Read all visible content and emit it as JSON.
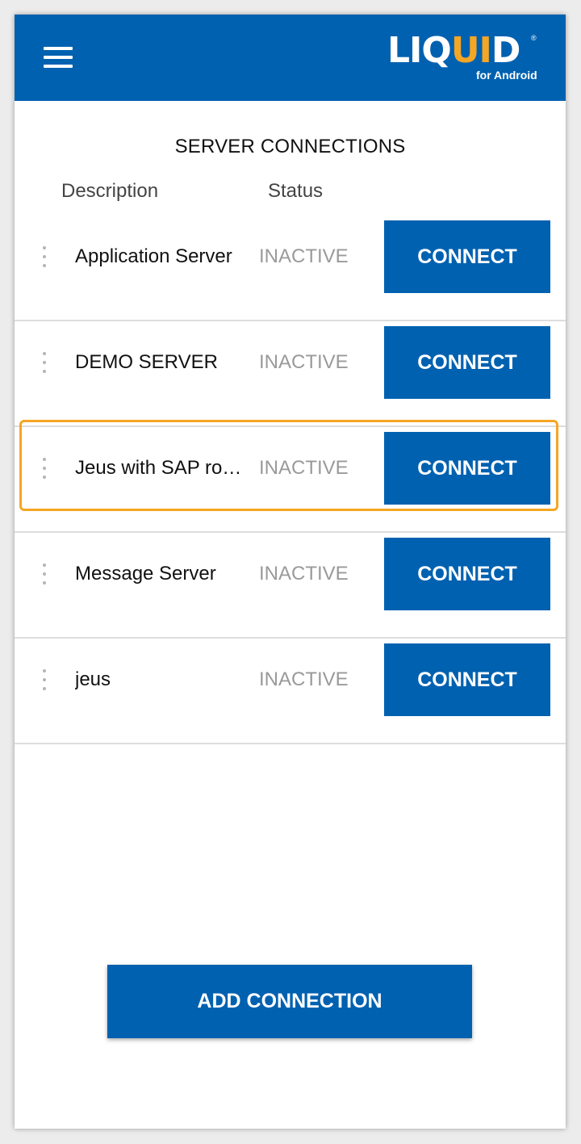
{
  "app": {
    "logo_text_1": "LIQ",
    "logo_text_2": "UI",
    "logo_text_3": "D",
    "logo_registered": "®",
    "logo_subtitle": "for Android"
  },
  "page": {
    "title": "SERVER CONNECTIONS",
    "col_description": "Description",
    "col_status": "Status",
    "add_button_label": "ADD CONNECTION"
  },
  "connections": [
    {
      "description": "Application Server",
      "status": "INACTIVE",
      "button": "CONNECT"
    },
    {
      "description": "DEMO SERVER",
      "status": "INACTIVE",
      "button": "CONNECT"
    },
    {
      "description": "Jeus with SAP ro…",
      "status": "INACTIVE",
      "button": "CONNECT",
      "highlighted": true
    },
    {
      "description": "Message Server",
      "status": "INACTIVE",
      "button": "CONNECT"
    },
    {
      "description": "jeus",
      "status": "INACTIVE",
      "button": "CONNECT"
    }
  ],
  "colors": {
    "primary": "#0061b0",
    "highlight": "#f5a623",
    "status_inactive": "#9a9a9a"
  },
  "icons": {
    "menu": "hamburger-menu-icon",
    "row_handle": "more-vert-icon"
  }
}
